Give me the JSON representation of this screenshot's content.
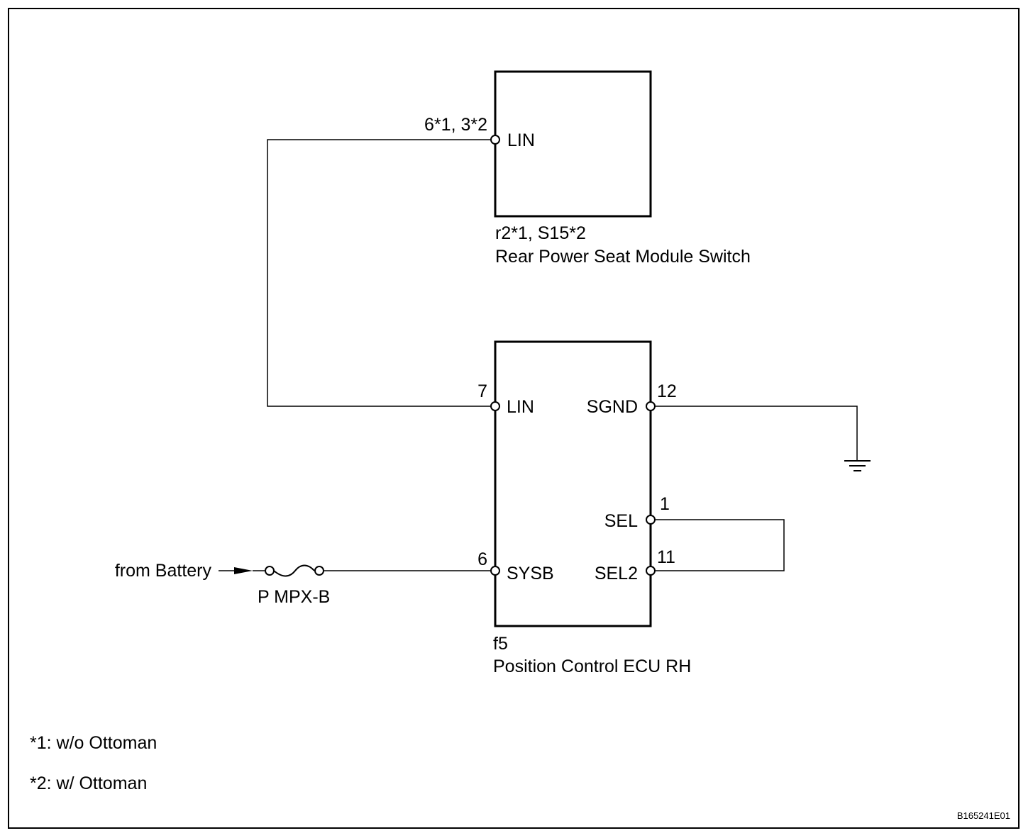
{
  "rear_switch": {
    "terminal_pin": "6*1, 3*2",
    "terminal_label": "LIN",
    "connector": "r2*1, S15*2",
    "name": "Rear Power Seat Module Switch"
  },
  "ecu": {
    "connector": "f5",
    "name": "Position Control ECU RH",
    "terminals": {
      "lin": {
        "pin": "7",
        "label": "LIN"
      },
      "sysb": {
        "pin": "6",
        "label": "SYSB"
      },
      "sgnd": {
        "pin": "12",
        "label": "SGND"
      },
      "sel": {
        "pin": "1",
        "label": "SEL"
      },
      "sel2": {
        "pin": "11",
        "label": "SEL2"
      }
    }
  },
  "power": {
    "source": "from Battery",
    "fuse": "P MPX-B"
  },
  "notes": [
    "*1: w/o Ottoman",
    "*2: w/ Ottoman"
  ],
  "figure_code": "B165241E01"
}
